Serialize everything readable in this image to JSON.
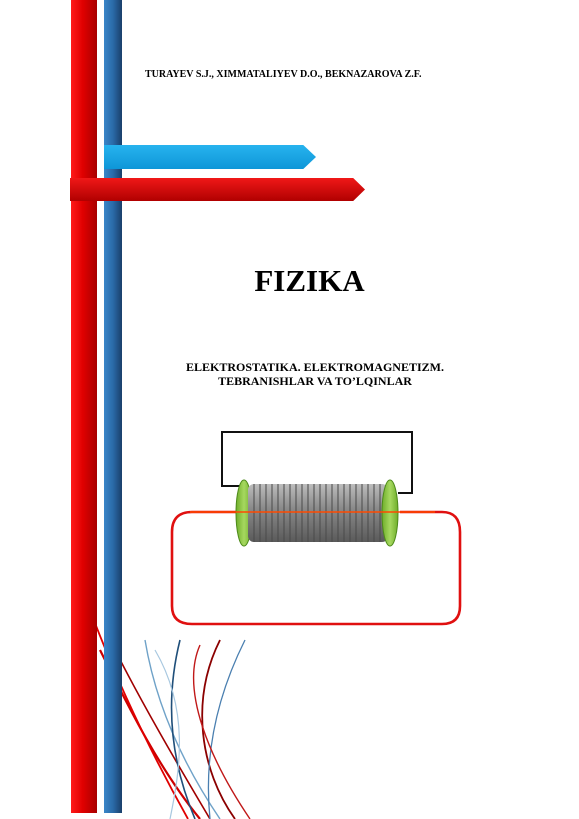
{
  "cover": {
    "authors": "TURAYEV S.J., XIMMATALIYEV D.O., BEKNAZAROVA Z.F.",
    "title": "FIZIKA",
    "subtitle_line1": "ELEKTROSTATIKA. ELEKTROMAGNETIZM.",
    "subtitle_line2": "TEBRANISHLAR VA TO’LQINLAR"
  },
  "colors": {
    "red_bar": "#e00000",
    "blue_bar": "#2a6aa8",
    "blue_arrow": "#1aa6e6",
    "red_arrow": "#d00000",
    "circuit_red": "#e01010",
    "coil_gray": "#8a8a8a",
    "coil_flange_green": "#8cc83c"
  },
  "illustration": {
    "name": "solenoid-coil-circuit"
  }
}
